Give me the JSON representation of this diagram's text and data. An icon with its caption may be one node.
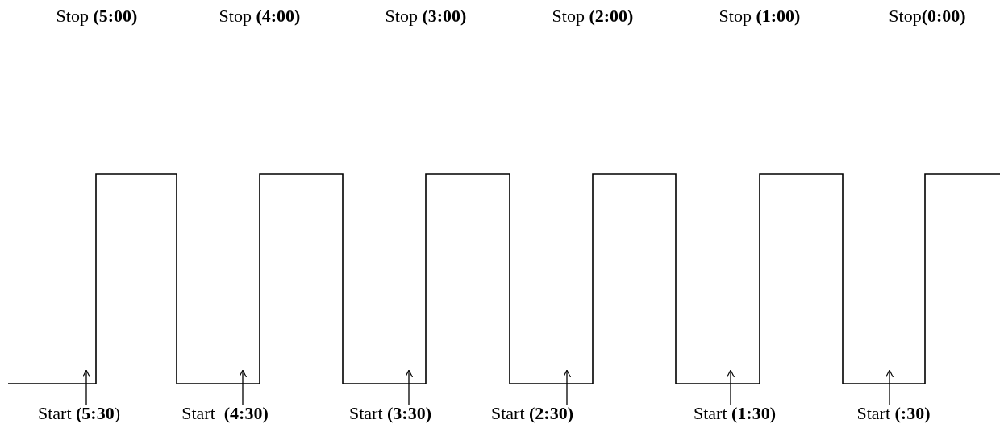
{
  "diagram": {
    "nodes": [
      {
        "text": [
          "Start **(5:30**)"
        ]
      },
      {
        "text": [
          "Start  **(4:30)**"
        ]
      },
      {
        "text": [
          "Start **(3:30)**"
        ]
      },
      {
        "text": [
          "Start **(2:30)**"
        ]
      },
      {
        "text": [
          "Start **(1:30)**"
        ]
      },
      {
        "text": [
          "Start **(:30)**"
        ]
      }
    ],
    "edges": [
      {
        "from": 0,
        "to": null,
        "arrow": "to"
      },
      {
        "from": 1,
        "to": null,
        "arrow": "to"
      },
      {
        "from": 2,
        "to": null,
        "arrow": "to"
      },
      {
        "from": 3,
        "to": null,
        "arrow": "to"
      },
      {
        "from": 4,
        "to": null,
        "arrow": "to"
      },
      {
        "from": 5,
        "to": null,
        "arrow": "to"
      }
    ],
    "labels": [
      "Stop **(5:00)**",
      "Stop **(4:00)**",
      "Stop **(3:00)**",
      "Stop **(2:00)**",
      "Stop **(1:00)**",
      "Stop**(0:00)**"
    ]
  }
}
